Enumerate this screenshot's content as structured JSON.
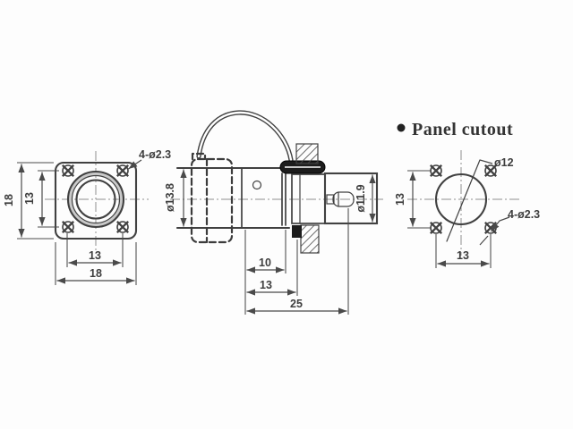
{
  "drawing": {
    "title": "Panel cutout",
    "front_view": {
      "outer_size_v": "18",
      "hole_pitch_v": "13",
      "hole_pitch_h": "13",
      "outer_size_h": "18",
      "holes_note": "4-ø2.3"
    },
    "side_view": {
      "front_diameter": "ø13.8",
      "rear_diameter": "ø11.9",
      "len_front": "10",
      "len_mid": "13",
      "len_total": "25"
    },
    "cutout_view": {
      "hole_diameter": "ø12",
      "holes_note": "4-ø2.3",
      "pitch_v": "13",
      "pitch_h": "13"
    },
    "colors": {
      "line": "#414141",
      "centerline": "#8f8f8f",
      "dark_fill": "#1c1c1c",
      "ring_shade": "#c9c9c9"
    }
  }
}
